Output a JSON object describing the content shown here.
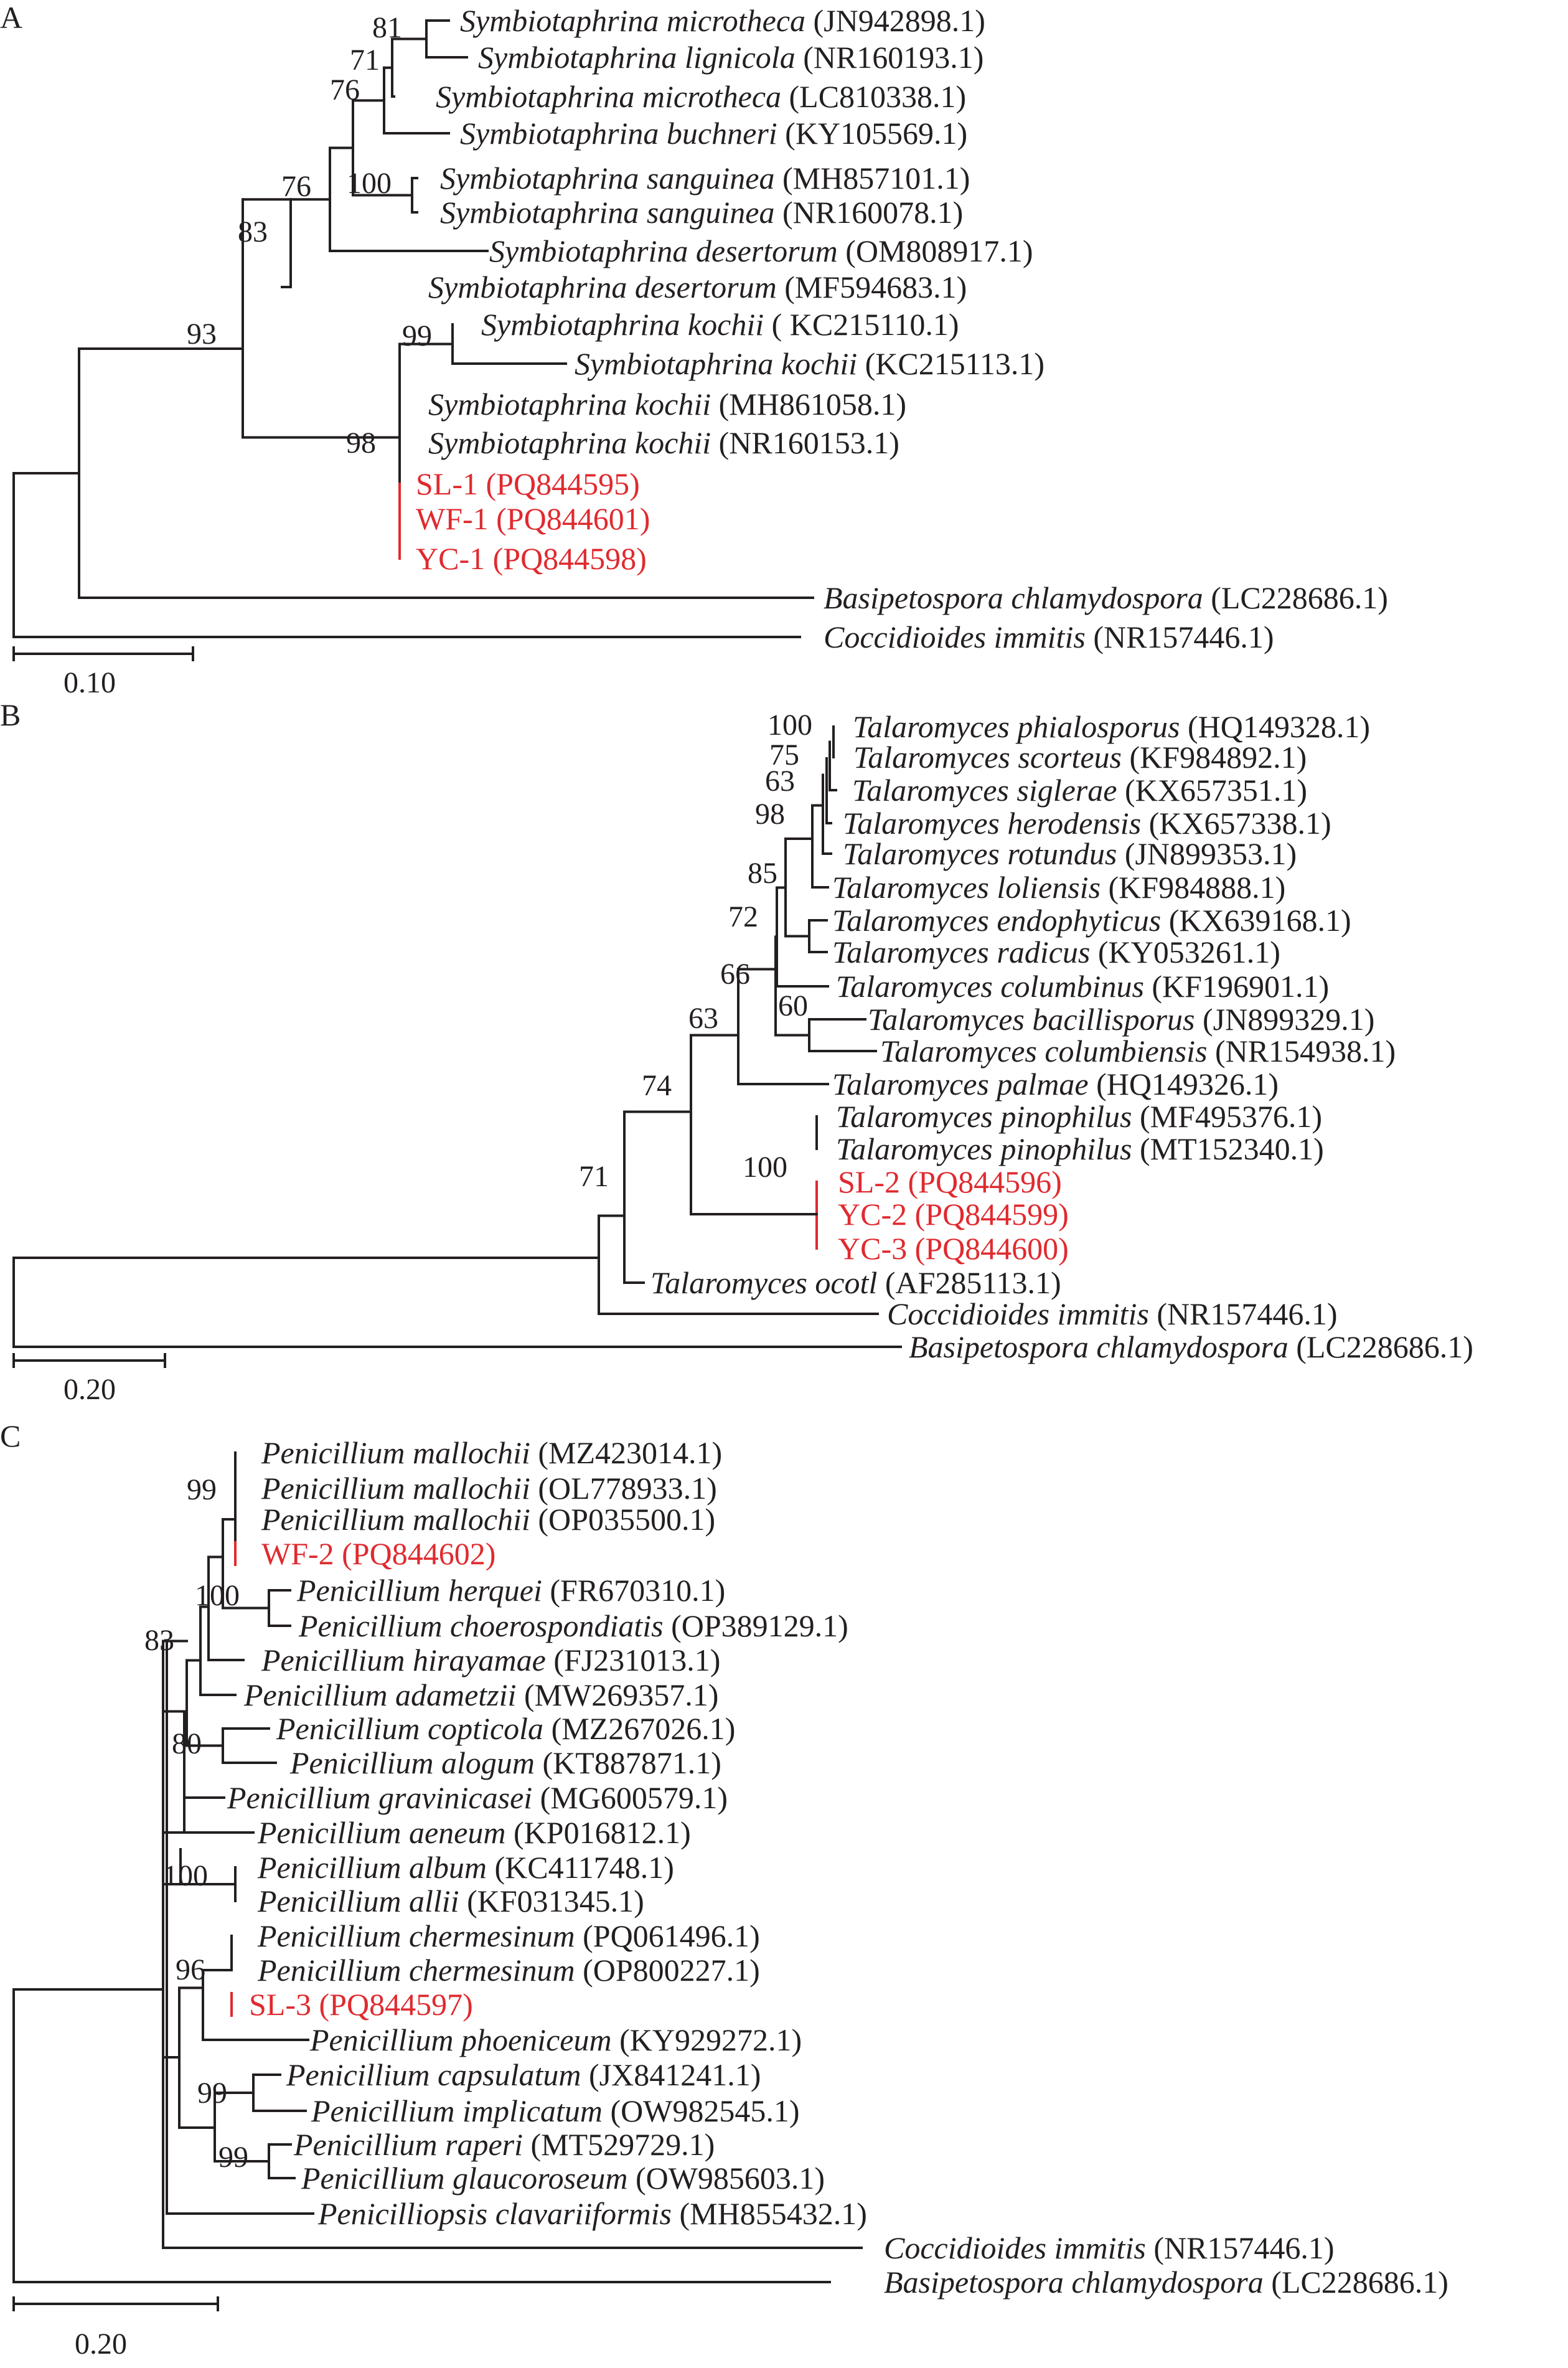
{
  "colors": {
    "text": "#231f20",
    "highlight": "#e02a2f",
    "branch": "#231f20"
  },
  "panels": [
    {
      "letter": "A",
      "scale_label": "0.10",
      "taxa": [
        {
          "species": "Symbiotaphrina microtheca",
          "accession": "(JN942898.1)"
        },
        {
          "species": "Symbiotaphrina lignicola",
          "accession": "(NR160193.1)"
        },
        {
          "species": "Symbiotaphrina microtheca",
          "accession": "(LC810338.1)"
        },
        {
          "species": "Symbiotaphrina buchneri",
          "accession": "(KY105569.1)"
        },
        {
          "species": "Symbiotaphrina sanguinea",
          "accession": "(MH857101.1)"
        },
        {
          "species": "Symbiotaphrina sanguinea",
          "accession": "(NR160078.1)"
        },
        {
          "species": "Symbiotaphrina desertorum",
          "accession": "(OM808917.1)"
        },
        {
          "species": "Symbiotaphrina desertorum",
          "accession": "(MF594683.1)"
        },
        {
          "species": "Symbiotaphrina kochii",
          "accession": "( KC215110.1)"
        },
        {
          "species": "Symbiotaphrina kochii",
          "accession": "(KC215113.1)"
        },
        {
          "species": "Symbiotaphrina kochii",
          "accession": "(MH861058.1)"
        },
        {
          "species": "Symbiotaphrina kochii",
          "accession": "(NR160153.1)"
        },
        {
          "isolate": "SL-1 (PQ844595)"
        },
        {
          "isolate": "WF-1 (PQ844601)"
        },
        {
          "isolate": "YC-1 (PQ844598)"
        },
        {
          "species": "Basipetospora chlamydospora",
          "accession": "(LC228686.1)"
        },
        {
          "species": "Coccidioides immitis",
          "accession": "(NR157446.1)"
        }
      ],
      "bootstrap": [
        "81",
        "71",
        "76",
        "100",
        "76",
        "83",
        "93",
        "99",
        "98"
      ]
    },
    {
      "letter": "B",
      "scale_label": "0.20",
      "taxa": [
        {
          "species": "Talaromyces phialosporus",
          "accession": "(HQ149328.1)"
        },
        {
          "species": "Talaromyces scorteus",
          "accession": "(KF984892.1)"
        },
        {
          "species": "Talaromyces siglerae",
          "accession": "(KX657351.1)"
        },
        {
          "species": "Talaromyces herodensis",
          "accession": "(KX657338.1)"
        },
        {
          "species": "Talaromyces rotundus",
          "accession": "(JN899353.1)"
        },
        {
          "species": "Talaromyces loliensis",
          "accession": "(KF984888.1)"
        },
        {
          "species": "Talaromyces endophyticus",
          "accession": "(KX639168.1)"
        },
        {
          "species": "Talaromyces radicus",
          "accession": "(KY053261.1)"
        },
        {
          "species": "Talaromyces columbinus",
          "accession": "(KF196901.1)"
        },
        {
          "species": "Talaromyces bacillisporus",
          "accession": "(JN899329.1)"
        },
        {
          "species": "Talaromyces columbiensis",
          "accession": "(NR154938.1)"
        },
        {
          "species": "Talaromyces palmae",
          "accession": "(HQ149326.1)"
        },
        {
          "species": "Talaromyces pinophilus",
          "accession": "(MF495376.1)"
        },
        {
          "species": "Talaromyces pinophilus",
          "accession": "(MT152340.1)"
        },
        {
          "isolate": "SL-2 (PQ844596)"
        },
        {
          "isolate": "YC-2 (PQ844599)"
        },
        {
          "isolate": "YC-3 (PQ844600)"
        },
        {
          "species": "Talaromyces ocotl",
          "accession": "(AF285113.1)"
        },
        {
          "species": "Coccidioides immitis",
          "accession": "(NR157446.1)"
        },
        {
          "species": "Basipetospora chlamydospora",
          "accession": "(LC228686.1)"
        }
      ],
      "bootstrap": [
        "100",
        "75",
        "63",
        "98",
        "85",
        "72",
        "66",
        "60",
        "63",
        "74",
        "100",
        "71"
      ]
    },
    {
      "letter": "C",
      "scale_label": "0.20",
      "taxa": [
        {
          "species": "Penicillium mallochii",
          "accession": "(MZ423014.1)"
        },
        {
          "species": "Penicillium mallochii",
          "accession": "(OL778933.1)"
        },
        {
          "species": "Penicillium mallochii",
          "accession": "(OP035500.1)"
        },
        {
          "isolate": "WF-2 (PQ844602)"
        },
        {
          "species": "Penicillium herquei",
          "accession": "(FR670310.1)"
        },
        {
          "species": "Penicillium choerospondiatis",
          "accession": "(OP389129.1)"
        },
        {
          "species": "Penicillium hirayamae",
          "accession": "(FJ231013.1)"
        },
        {
          "species": "Penicillium adametzii",
          "accession": "(MW269357.1)"
        },
        {
          "species": "Penicillium copticola",
          "accession": "(MZ267026.1)"
        },
        {
          "species": "Penicillium alogum",
          "accession": "(KT887871.1)"
        },
        {
          "species": "Penicillium gravinicasei",
          "accession": "(MG600579.1)"
        },
        {
          "species": "Penicillium aeneum",
          "accession": "(KP016812.1)"
        },
        {
          "species": "Penicillium album",
          "accession": "(KC411748.1)"
        },
        {
          "species": "Penicillium allii",
          "accession": "(KF031345.1)"
        },
        {
          "species": "Penicillium chermesinum",
          "accession": "(PQ061496.1)"
        },
        {
          "species": "Penicillium chermesinum",
          "accession": "(OP800227.1)"
        },
        {
          "isolate": "SL-3 (PQ844597)"
        },
        {
          "species": "Penicillium phoeniceum",
          "accession": "(KY929272.1)"
        },
        {
          "species": "Penicillium capsulatum",
          "accession": "(JX841241.1)"
        },
        {
          "species": "Penicillium implicatum",
          "accession": "(OW982545.1)"
        },
        {
          "species": "Penicillium raperi",
          "accession": "(MT529729.1)"
        },
        {
          "species": "Penicillium glaucoroseum",
          "accession": "(OW985603.1)"
        },
        {
          "species": "Penicilliopsis clavariiformis",
          "accession": "(MH855432.1)"
        },
        {
          "species": "Coccidioides immitis",
          "accession": "(NR157446.1)"
        },
        {
          "species": "Basipetospora chlamydospora",
          "accession": "(LC228686.1)"
        }
      ],
      "bootstrap": [
        "99",
        "100",
        "83",
        "80",
        "100",
        "96",
        "99",
        "99"
      ]
    }
  ]
}
